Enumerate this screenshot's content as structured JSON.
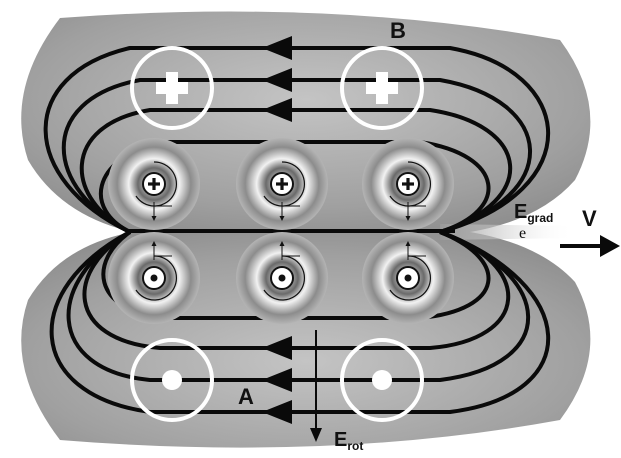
{
  "labels": {
    "region_top": "B",
    "region_bottom": "A",
    "e_grad_main": "E",
    "e_grad_sub": "grad",
    "e_small": "e",
    "velocity": "V",
    "e_rot_main": "E",
    "e_rot_sub": "rot"
  },
  "top_charges": [
    "+",
    "+"
  ],
  "vortices_top": [
    {
      "symbol": "plus"
    },
    {
      "symbol": "plus"
    },
    {
      "symbol": "plus"
    }
  ],
  "vortices_bottom": [
    {
      "symbol": "dot"
    },
    {
      "symbol": "dot"
    },
    {
      "symbol": "dot"
    }
  ],
  "colors": {
    "field_fill": "#9e9e9e",
    "field_light": "#e8e8e8",
    "lines": "#0a0a0a",
    "circles": "#ffffff"
  }
}
